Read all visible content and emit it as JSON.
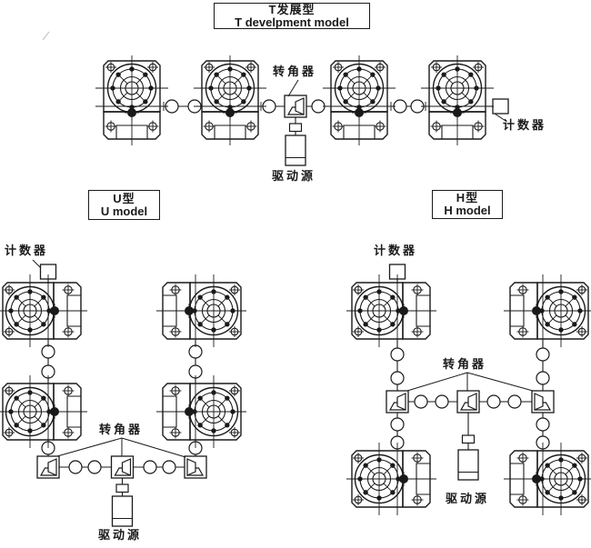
{
  "page": {
    "background": "#ffffff",
    "line_color": "#1a1a1a"
  },
  "t_model": {
    "title_line1": "T发展型",
    "title_line2": "T develpment model",
    "labels": {
      "corner_gearbox": "转角器",
      "drive_source": "驱动源",
      "counter": "计数器"
    }
  },
  "u_model": {
    "title_line1": "U型",
    "title_line2": "U model",
    "labels": {
      "counter": "计数器",
      "corner_gearbox": "转角器",
      "drive_source": "驱动源"
    }
  },
  "h_model": {
    "title_line1": "H型",
    "title_line2": "H model",
    "labels": {
      "counter": "计数器",
      "corner_gearbox": "转角器",
      "drive_source": "驱动源"
    }
  }
}
